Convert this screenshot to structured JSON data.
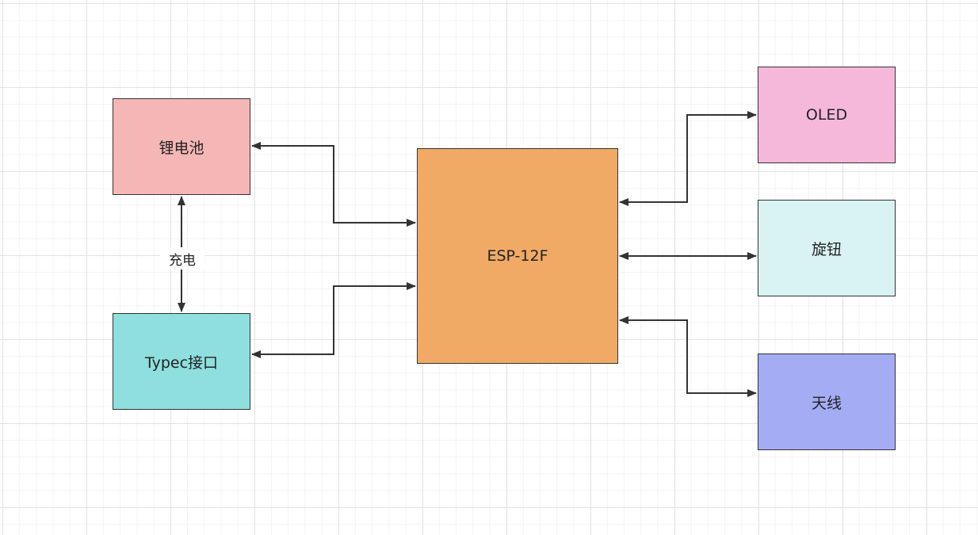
{
  "diagram": {
    "nodes": {
      "battery": {
        "label": "锂电池",
        "color": "#f5b7b5"
      },
      "typec": {
        "label": "Typec接口",
        "color": "#8fdfdf"
      },
      "esp": {
        "label": "ESP-12F",
        "color": "#f0aa66"
      },
      "oled": {
        "label": "OLED",
        "color": "#f5b8db"
      },
      "knob": {
        "label": "旋钮",
        "color": "#d9f3f3"
      },
      "antenna": {
        "label": "天线",
        "color": "#a4acf3"
      }
    },
    "edges": [
      {
        "from": "esp",
        "to": "battery",
        "direction": "both"
      },
      {
        "from": "esp",
        "to": "typec",
        "direction": "both"
      },
      {
        "from": "battery",
        "to": "typec",
        "direction": "both",
        "label": "充电"
      },
      {
        "from": "esp",
        "to": "oled",
        "direction": "both"
      },
      {
        "from": "esp",
        "to": "knob",
        "direction": "both"
      },
      {
        "from": "esp",
        "to": "antenna",
        "direction": "both"
      }
    ],
    "line_color": "#333333"
  }
}
